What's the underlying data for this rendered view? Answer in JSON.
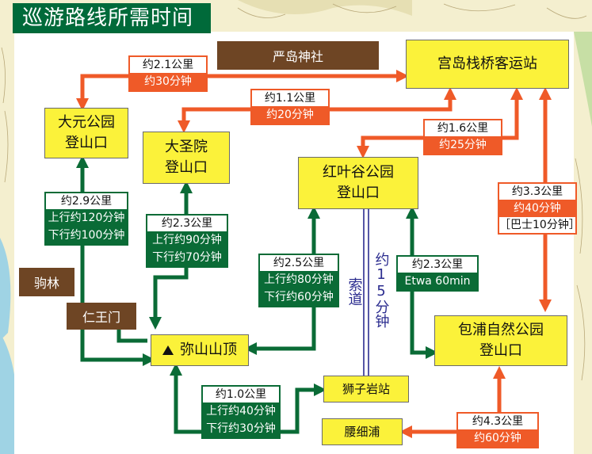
{
  "title": "巡游路线所需时间",
  "nodes": {
    "shrine": "严岛神社",
    "port": "宫岛栈桥客运站",
    "omoto_1": "大元公园",
    "omoto_2": "登山口",
    "daisho_1": "大圣院",
    "daisho_2": "登山口",
    "momiji_1": "红叶谷公园",
    "momiji_2": "登山口",
    "tsutsumigaura_1": "包浦自然公园",
    "tsutsumigaura_2": "登山口",
    "komabayashi": "驹林",
    "niomon": "仁王门",
    "misen": "弥山山顶",
    "shishiiwa": "狮子岩站",
    "koshibosou": "腰细浦"
  },
  "routes": {
    "omoto_port": {
      "distance": "约2.1公里",
      "time": "约30分钟"
    },
    "daisho_port": {
      "distance": "约1.1公里",
      "time": "约20分钟"
    },
    "momiji_port": {
      "distance": "约1.6公里",
      "time": "约25分钟"
    },
    "tsutsu_port": {
      "distance": "约3.3公里",
      "time": "约40分钟",
      "bus": "［巴士10分钟］"
    },
    "omoto_misen": {
      "distance": "约2.9公里",
      "up": "上行约120分钟",
      "down": "下行约100分钟"
    },
    "daisho_misen": {
      "distance": "约2.3公里",
      "up": "上行约90分钟",
      "down": "下行约70分钟"
    },
    "momiji_misen": {
      "distance": "约2.5公里",
      "up": "上行约80分钟",
      "down": "下行约60分钟"
    },
    "tsutsu_momiji": {
      "distance": "约2.3公里",
      "up": "Etwa 60min"
    },
    "misen_shishi": {
      "distance": "约1.0公里",
      "up": "上行约40分钟",
      "down": "下行约30分钟"
    },
    "koshi_tsutsu": {
      "distance": "约4.3公里",
      "time": "约60分钟"
    }
  },
  "ropeway": {
    "name": "索道",
    "time": "约15分钟"
  },
  "colors": {
    "orange": "#ef5a28",
    "green": "#0a6b36",
    "yellow": "#fbf23a",
    "brown": "#6e4524",
    "navy": "#2b2c8f"
  },
  "icons": {
    "peak": "triangle-peak-icon"
  }
}
